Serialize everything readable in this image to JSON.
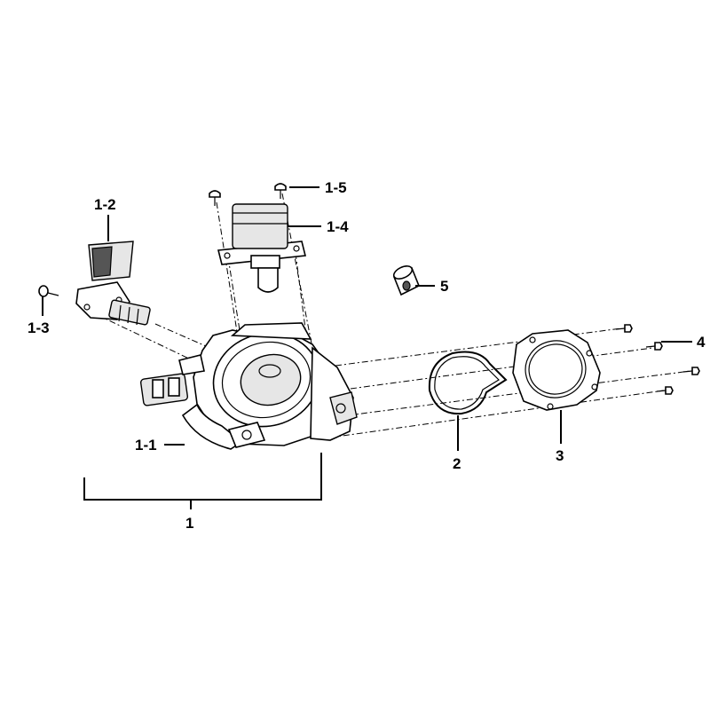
{
  "callouts": {
    "c1": "1",
    "c1_1": "1-1",
    "c1_2": "1-2",
    "c1_3": "1-3",
    "c1_4": "1-4",
    "c1_5": "1-5",
    "c2": "2",
    "c3": "3",
    "c4": "4",
    "c5": "5"
  },
  "parts": [
    {
      "callout": "1",
      "icon": "throttle-body-assembly-icon"
    },
    {
      "callout": "1-1",
      "icon": "throttle-body-icon"
    },
    {
      "callout": "1-2",
      "icon": "throttle-position-sensor-icon"
    },
    {
      "callout": "1-3",
      "icon": "screw-icon"
    },
    {
      "callout": "1-4",
      "icon": "idle-air-control-valve-icon"
    },
    {
      "callout": "1-5",
      "icon": "screw-icon"
    },
    {
      "callout": "2",
      "icon": "gasket-ring-icon"
    },
    {
      "callout": "3",
      "icon": "flange-gasket-icon"
    },
    {
      "callout": "4",
      "icon": "bolt-icon"
    },
    {
      "callout": "5",
      "icon": "sleeve-icon"
    }
  ]
}
